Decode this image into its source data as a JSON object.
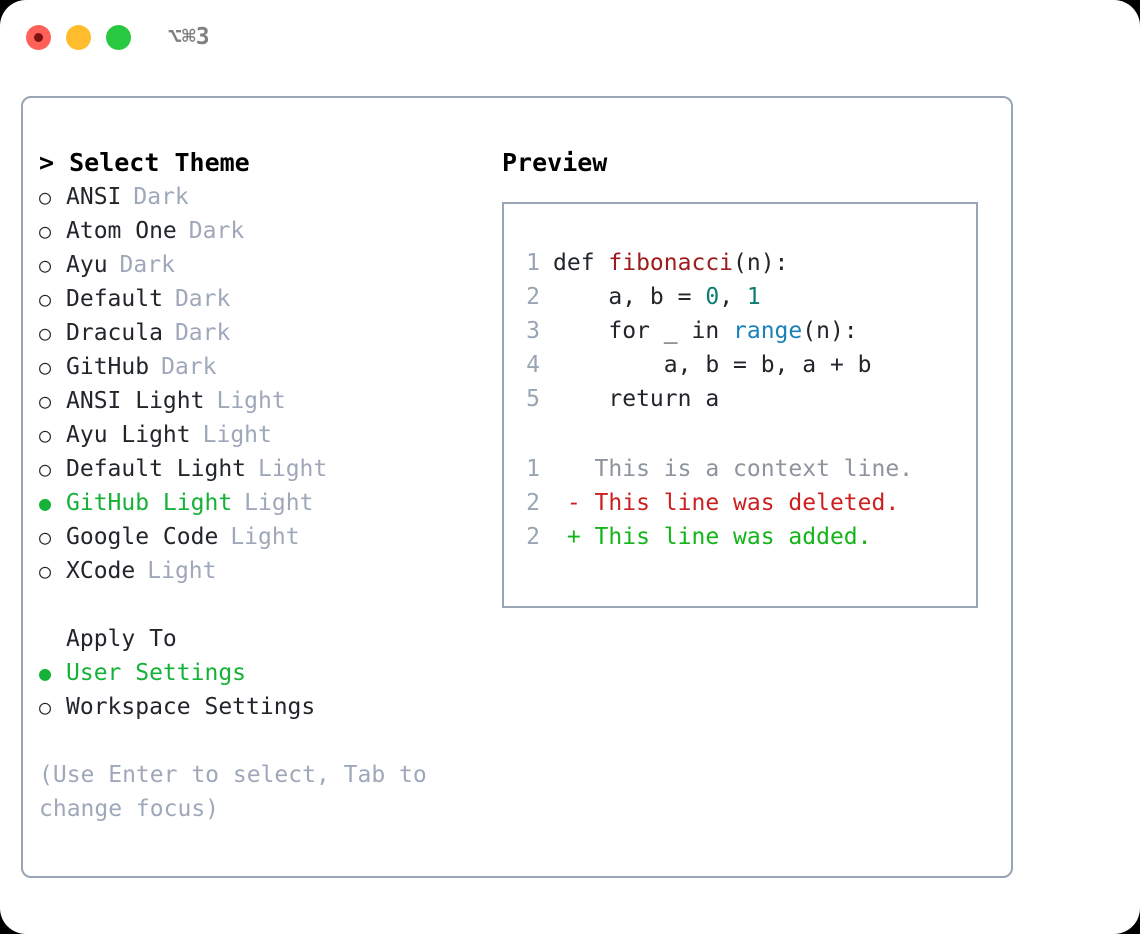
{
  "titlebar": {
    "shortcut": "⌥⌘3",
    "buttons": [
      {
        "name": "close",
        "color": "#ff6159"
      },
      {
        "name": "minimize",
        "color": "#ffbd2e"
      },
      {
        "name": "maximize",
        "color": "#28c840"
      }
    ]
  },
  "theme_picker": {
    "header": "> Select Theme",
    "marker_selected": "●",
    "marker_unselected": "○",
    "options": [
      {
        "label": "ANSI",
        "tag": "Dark",
        "selected": false
      },
      {
        "label": "Atom One",
        "tag": "Dark",
        "selected": false
      },
      {
        "label": "Ayu",
        "tag": "Dark",
        "selected": false
      },
      {
        "label": "Default",
        "tag": "Dark",
        "selected": false
      },
      {
        "label": "Dracula",
        "tag": "Dark",
        "selected": false
      },
      {
        "label": "GitHub",
        "tag": "Dark",
        "selected": false
      },
      {
        "label": "ANSI Light",
        "tag": "Light",
        "selected": false
      },
      {
        "label": "Ayu Light",
        "tag": "Light",
        "selected": false
      },
      {
        "label": "Default Light",
        "tag": "Light",
        "selected": false
      },
      {
        "label": "GitHub Light",
        "tag": "Light",
        "selected": true
      },
      {
        "label": "Google Code",
        "tag": "Light",
        "selected": false
      },
      {
        "label": "XCode",
        "tag": "Light",
        "selected": false
      }
    ]
  },
  "apply_to": {
    "title": "Apply To",
    "options": [
      {
        "label": "User Settings",
        "selected": true
      },
      {
        "label": "Workspace Settings",
        "selected": false
      }
    ]
  },
  "hint": "(Use Enter to select, Tab to change focus)",
  "preview": {
    "title": "Preview",
    "code_lines": [
      {
        "num": "1",
        "parts": [
          {
            "text": "def ",
            "token": "plain"
          },
          {
            "text": "fibonacci",
            "token": "fn"
          },
          {
            "text": "(n):",
            "token": "plain"
          }
        ]
      },
      {
        "num": "2",
        "parts": [
          {
            "text": "    a, b = ",
            "token": "plain"
          },
          {
            "text": "0",
            "token": "num"
          },
          {
            "text": ", ",
            "token": "plain"
          },
          {
            "text": "1",
            "token": "num"
          }
        ]
      },
      {
        "num": "3",
        "parts": [
          {
            "text": "    for _ in ",
            "token": "plain"
          },
          {
            "text": "range",
            "token": "call"
          },
          {
            "text": "(n):",
            "token": "plain"
          }
        ]
      },
      {
        "num": "4",
        "parts": [
          {
            "text": "        a, b = b, a + b",
            "token": "plain"
          }
        ]
      },
      {
        "num": "5",
        "parts": [
          {
            "text": "    return a",
            "token": "plain"
          }
        ]
      }
    ],
    "diff_lines": [
      {
        "num": "1",
        "marker": "  ",
        "text": "This is a context line.",
        "kind": "ctx"
      },
      {
        "num": "2",
        "marker": "- ",
        "text": "This line was deleted.",
        "kind": "del"
      },
      {
        "num": "2",
        "marker": "+ ",
        "text": "This line was added.",
        "kind": "add"
      }
    ]
  },
  "colors": {
    "selected_green": "#15b237",
    "muted_tag": "#9fa8ba",
    "border": "#9aa5b4",
    "fn_red": "#a01b1b",
    "number_teal": "#0d7c72",
    "call_blue": "#1a82b8",
    "diff_delete": "#cc1f1f",
    "diff_add": "#14b518",
    "diff_context": "#8d949e"
  }
}
